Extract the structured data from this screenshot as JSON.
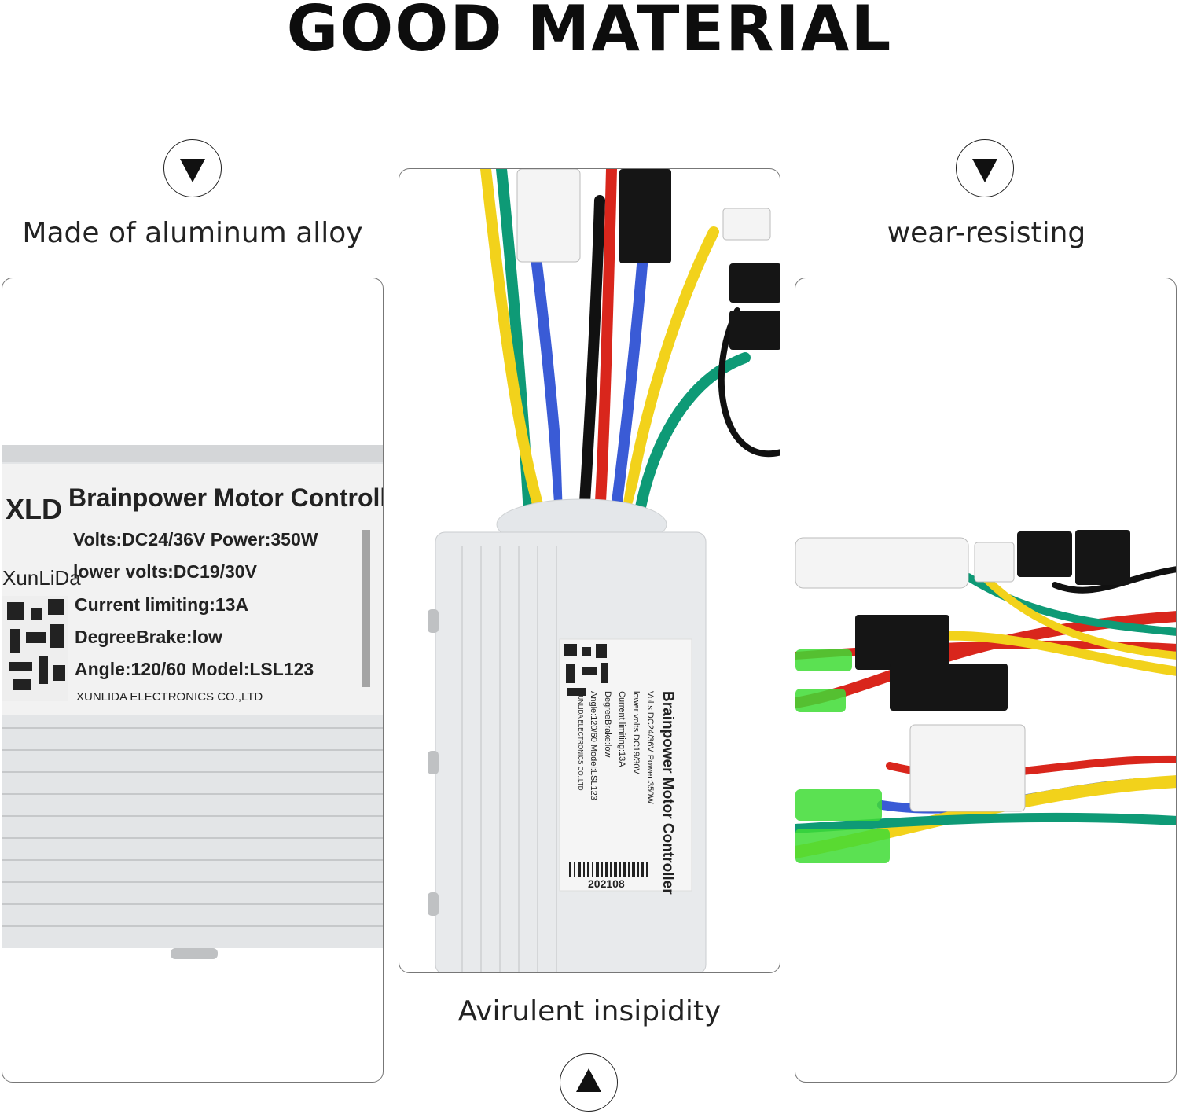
{
  "page": {
    "headline": "GOOD MATERIAL"
  },
  "features": [
    {
      "caption": "Made of aluminum alloy",
      "icon": "arrow-down-icon"
    },
    {
      "caption": "Avirulent insipidity",
      "icon": "arrow-up-icon"
    },
    {
      "caption": "wear-resisting",
      "icon": "arrow-down-icon"
    }
  ],
  "product_label": {
    "logo": "XLD",
    "brand": "XunLiDa",
    "title": "Brainpower Motor Controller",
    "lines": [
      "Volts:DC24/36V  Power:350W",
      "lower volts:DC19/30V",
      "Current limiting:13A",
      "DegreeBrake:low",
      "Angle:120/60  Model:LSL123"
    ],
    "company": "XUNLIDA ELECTRONICS CO.,LTD",
    "barcode_number": "202108"
  },
  "colors": {
    "wire_green": "#0e9a76",
    "wire_yellow": "#f2d21b",
    "wire_blue": "#3a5bd6",
    "wire_red": "#d9261c",
    "wire_black": "#111111",
    "housing": "#e6e8ea"
  }
}
